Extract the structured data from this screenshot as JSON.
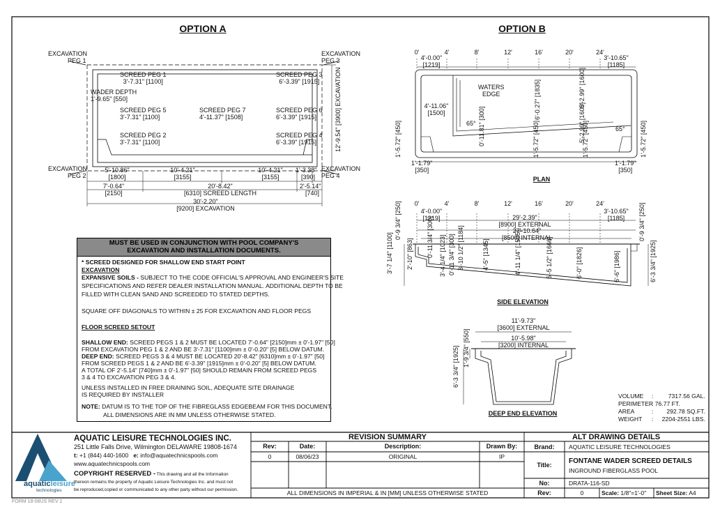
{
  "option_a": {
    "title": "OPTION A",
    "labels": {
      "excavation_peg1": [
        "EXCAVATION",
        "PEG 1"
      ],
      "excavation_peg2": [
        "EXCAVATION",
        "PEG 2"
      ],
      "excavation_peg3": [
        "EXCAVATION",
        "PEG 3"
      ],
      "excavation_peg4": [
        "EXCAVATION",
        "PEG 4"
      ],
      "screed_peg1": [
        "SCREED PEG 1",
        "3'-7.31\" [1100]"
      ],
      "screed_peg2": [
        "SCREED PEG 2",
        "3'-7.31\" [1100]"
      ],
      "screed_peg3": [
        "SCREED PEG 3",
        "6'-3.39\" [1915]"
      ],
      "screed_peg4": [
        "SCREED PEG 4",
        "6'-3.39\" [1915]"
      ],
      "screed_peg5": [
        "SCREED PEG 5",
        "3'-7.31\" [1100]"
      ],
      "screed_peg6": [
        "SCREED PEG 6",
        "6'-3.39\" [1915]"
      ],
      "screed_peg7": [
        "SCREED PEG 7",
        "4'-11.37\" [1508]"
      ],
      "wader_depth": [
        "WADER DEPTH",
        "1'-9.65\" [550]"
      ],
      "width_excavation": "12'-9.54\" [3900] EXCAVATION"
    },
    "dims": {
      "d1": [
        "5'-10.86\"",
        "[1800]"
      ],
      "d2": [
        "10'-4.21\"",
        "[3155]"
      ],
      "d3": [
        "10'-4.21\"",
        "[3155]"
      ],
      "d4": [
        "1'-3.38\"",
        "[390]"
      ],
      "d5": [
        "7'-0.64\"",
        "[2150]"
      ],
      "d6": [
        "20'-8.42\"",
        "[6310] SCREED LENGTH"
      ],
      "d7": [
        "2'-5.14\"",
        "[740]"
      ],
      "d8": [
        "30'-2.20\"",
        "[9200] EXCAVATION"
      ]
    }
  },
  "option_b": {
    "title": "OPTION B",
    "grid": [
      "0'",
      "4'",
      "8'",
      "12'",
      "16'",
      "20'",
      "24'"
    ],
    "plan": {
      "label": "PLAN",
      "dims": {
        "a": [
          "4'-0.00\"",
          "[1219]"
        ],
        "b": [
          "3'-10.65\"",
          "[1185]"
        ],
        "c": [
          "4'-11.06\"",
          "[1500]"
        ],
        "waters_edge": [
          "WATERS",
          "EDGE"
        ],
        "e": "6'-0.27\" [1835]",
        "f": "5'-2.99\" [1600]",
        "g": "5'-2.99\" [1600]",
        "h": "0'-11.81\" [300]",
        "i": "1'-5.72\" [450]",
        "j": "1'-5.72\" [450]",
        "k": "1'-5.72\" [450]",
        "l": "1'-5.72\" [450]",
        "m": [
          "1'-1.79\"",
          "[350]"
        ],
        "n": [
          "1'-1.79\"",
          "[350]"
        ],
        "angle1": "65°",
        "angle2": "65°"
      }
    },
    "side": {
      "label": "SIDE ELEVATION",
      "dims": {
        "a": [
          "4'-0.00\"",
          "[1219]"
        ],
        "b": [
          "3'-10.65\"",
          "[1185]"
        ],
        "ext": [
          "29'-2.39\"",
          "[8900] EXTERNAL"
        ],
        "int": [
          "27'-10.64\"",
          "[8500] INTERNAL"
        ],
        "l1": "0'-9 3/4\" [250]",
        "l2": "3'-7 1/4\" [1100]",
        "l3": "2'-10\" [863]",
        "l4": "0'-11 3/4\" [300]",
        "l5": "3'-4 1/4\" [1023]",
        "l6": "0'-11 3/4\" [300]",
        "l7": "3'-10 1/2\" [1184]",
        "l8": "4'-5\" [1345]",
        "l9": "4'-11 1/4\" [1505]",
        "l10": "5'-5 1/2\" [1666]",
        "l11": "6'-0\" [1826]",
        "l12": "6'-6\" [1986]",
        "l13": "6'-3 3/4\" [1925]",
        "r1": "0'-9 3/4\" [250]"
      }
    },
    "deep": {
      "label": "DEEP END ELEVATION",
      "dims": {
        "ext": [
          "11'-9.73\"",
          "[3600] EXTERNAL"
        ],
        "int": [
          "10'-5.98\"",
          "[3200] INTERNAL"
        ],
        "l1": "6'-3 3/4\" [1925]",
        "l2": "1'-9 3/4\" [550]"
      }
    },
    "specs": [
      {
        "k": "VOLUME",
        "v": "7317.56 GAL."
      },
      {
        "k": "PERIMETER",
        "v": "76.77 FT."
      },
      {
        "k": "AREA",
        "v": "292.78 SQ.FT."
      },
      {
        "k": "WEIGHT",
        "v": "2204-2551 LBS."
      }
    ]
  },
  "notes": {
    "header": [
      "MUST BE USED IN CONJUNCTION WITH POOL COMPANY'S",
      "EXCAVATION AND INSTALLATION DOCUMENTS."
    ],
    "star": "* SCREED DESIGNED FOR SHALLOW END START POINT",
    "excavation_h": "EXCAVATION",
    "exp_label": "EXPANSIVE SOILS -",
    "exp_lines": [
      " SUBJECT TO THE CODE OFFICIAL'S APPROVAL AND ENGINEER'S SITE",
      "SPECIFICATIONS AND REFER DEALER INSTALLATION MANUAL. ADDITIONAL DEPTH TO BE",
      "FILLED WITH CLEAN SAND AND SCREEDED TO STATED DEPTHS."
    ],
    "square": "SQUARE OFF DIAGONALS TO WITHIN ± 25 FOR EXCAVATION AND FLOOR PEGS",
    "floor_h": "FLOOR SCREED SETOUT",
    "shallow_label": "SHALLOW END:",
    "shallow_lines": [
      " SCREED PEGS 1 & 2 MUST BE LOCATED 7'-0.64\" [2150]mm ± 0'-1.97\" [50]",
      "FROM EXCAVATION  PEG 1 & 2 AND BE 3'-7.31\" [1100]mm ± 0'-0.20\" [5] BELOW DATUM."
    ],
    "deep_label": "DEEP END:",
    "deep_lines": [
      " SCREED PEGS 3 & 4 MUST BE LOCATED 20'-8.42\" [6310]mm ± 0'-1.97\" [50]",
      "FROM SCREED PEGS 1 & 2 AND BE 6'-3.39\" [1915]mm ± 0'-0.20\" [5] BELOW DATUM.",
      "A TOTAL OF 2'-5.14\" [740]mm ± 0'-1.97\" [50] SHOULD REMAIN FROM SCREED PEGS",
      "3 & 4 TO EXCAVATION PEG 3 & 4."
    ],
    "drain_lines": [
      "UNLESS INSTALLED IN FREE DRAINING SOIL, ADEQUATE SITE DRAINAGE",
      "IS REQUIRED BY INSTALLER"
    ],
    "note_label": "NOTE:",
    "note_lines": [
      "  DATUM IS TO THE TOP OF THE FIBREGLASS EDGEBEAM FOR THIS DOCUMENT.",
      "ALL DIMENSIONS ARE IN MM UNLESS OTHERWISE STATED."
    ]
  },
  "company": {
    "name": "AQUATIC LEISURE TECHNOLOGIES INC.",
    "address": "251 Little Falls Drive, Wilmington DELAWARE 19808-1674",
    "t_label": "t:",
    "phone": "+1 (844) 440-1600",
    "e_label": "e:",
    "email": "info@aquatechnicspools.com",
    "web": "www.aquatechnicspools.com",
    "copyright_h": "COPYRIGHT RESERVED -",
    "copyright_lines": [
      " This drawing and all the Information",
      "thereon remains the property of Aquatic Leisure Technologies Inc. and must not",
      "be reproduced,copied or communicated to any other party without our permission."
    ],
    "logo_word1": "aquatic",
    "logo_word2": "leisure",
    "logo_word3": "technologies",
    "form": "FORM 18-08US REV 1"
  },
  "revision": {
    "title": "REVISION SUMMARY",
    "headers": [
      "Rev:",
      "Date:",
      "Description:",
      "Drawn By:"
    ],
    "rows": [
      [
        "0",
        "08/06/23",
        "ORIGINAL",
        "IP"
      ]
    ],
    "footer": "ALL DIMENSIONS IN IMPERIAL & IN [MM] UNLESS OTHERWISE STATED"
  },
  "alt": {
    "title": "ALT DRAWING DETAILS",
    "brand_label": "Brand:",
    "brand": "AQUATIC LEISURE TECHNOLOGIES",
    "title_label": "Title:",
    "title_main": "FONTANE WADER SCREED DETAILS",
    "title_sub": "INGROUND FIBERGLASS POOL",
    "no_label": "No:",
    "no": "DRATA-116-SD",
    "rev_label": "Rev:",
    "rev": "0",
    "scale_label": "Scale:",
    "scale": "1/8\"=1'-0\"",
    "sheet_label": "Sheet Size:",
    "sheet": "A4"
  },
  "colors": {
    "logo_dark": "#1b4f72",
    "logo_light": "#4aa3cc",
    "header_gray": "#8a8a8a"
  }
}
